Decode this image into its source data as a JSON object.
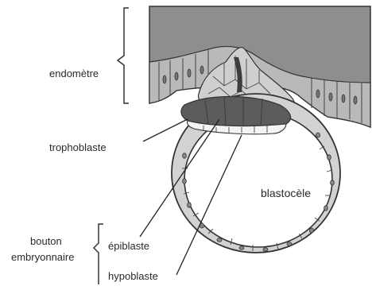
{
  "labels": {
    "endometre": "endomètre",
    "trophoblaste": "trophoblaste",
    "blastocele": "blastocèle",
    "bouton_line1": "bouton",
    "bouton_line2": "embryonnaire",
    "epiblaste": "épiblaste",
    "hypoblaste": "hypoblaste"
  },
  "colors": {
    "endometrium": "#8e8e8e",
    "tissue_dark": "#5c5c5c",
    "wall": "#d2d2d2",
    "outline": "#333333",
    "cavity": "#ffffff"
  }
}
